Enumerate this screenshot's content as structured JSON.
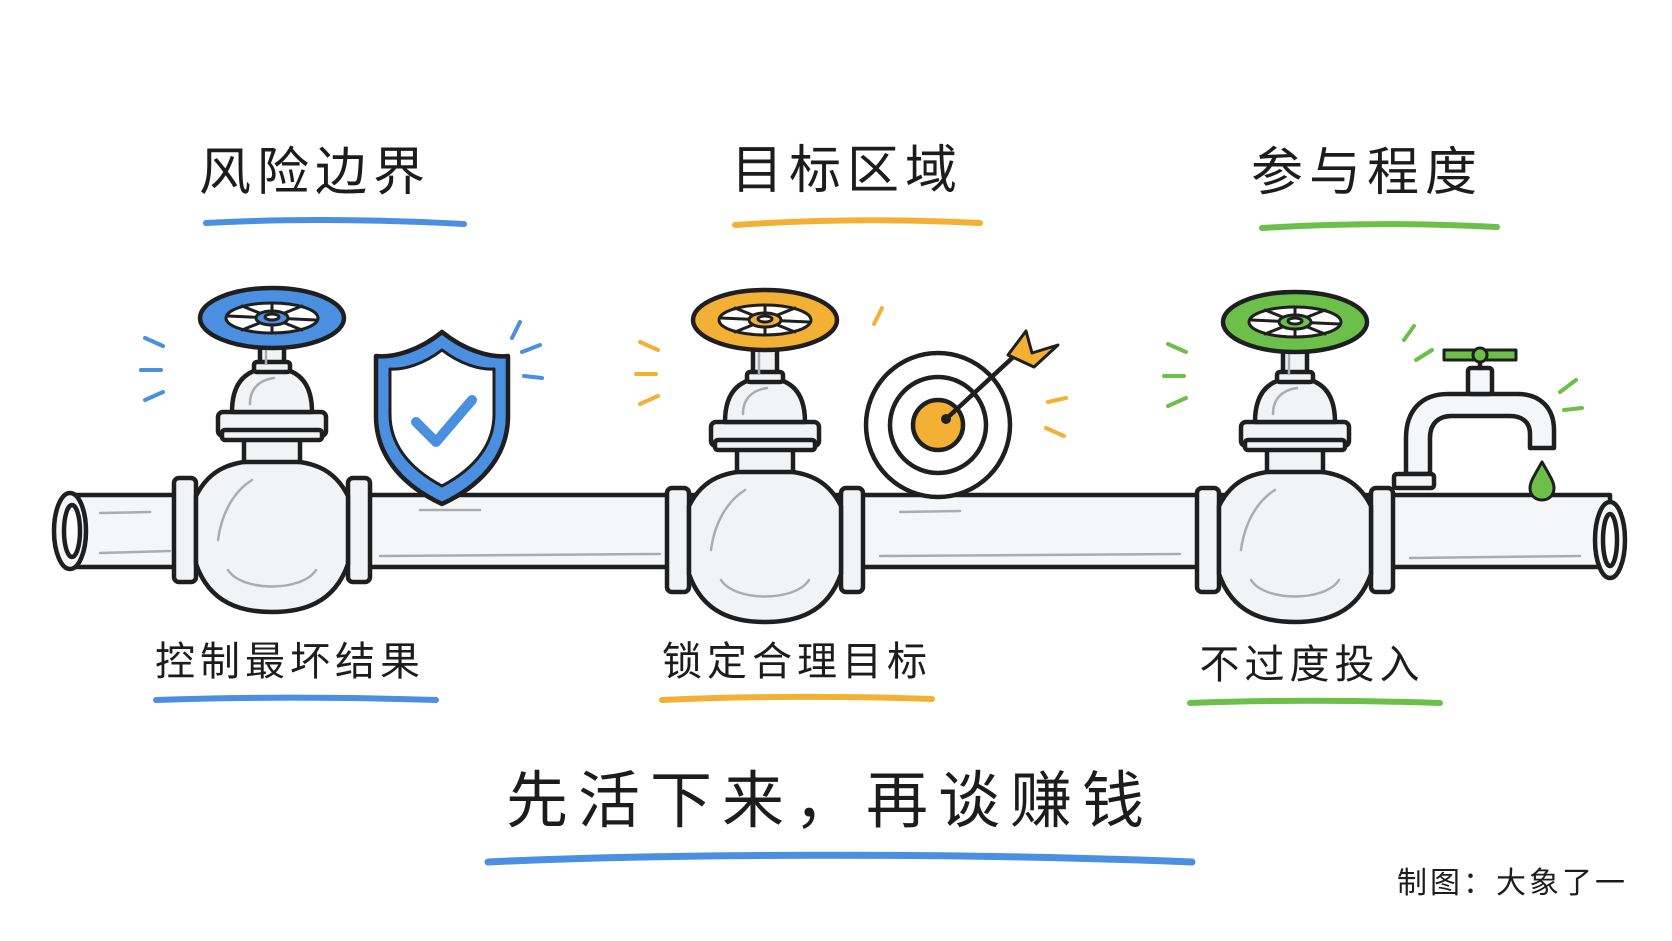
{
  "stages": [
    {
      "title": "风险边界",
      "caption": "控制最坏结果",
      "color": "#4a8fe0",
      "valve_icon": "valve-icon",
      "symbol_icon": "shield-check-icon"
    },
    {
      "title": "目标区域",
      "caption": "锁定合理目标",
      "color": "#f2b134",
      "valve_icon": "valve-icon",
      "symbol_icon": "target-arrow-icon"
    },
    {
      "title": "参与程度",
      "caption": "不过度投入",
      "color": "#6cc04a",
      "valve_icon": "valve-icon",
      "symbol_icon": "faucet-drop-icon"
    }
  ],
  "slogan": "先活下来，再谈赚钱",
  "slogan_underline_color": "#4a8fe0",
  "credit": "制图：大象了一",
  "pipe_icon": "pipeline-icon"
}
